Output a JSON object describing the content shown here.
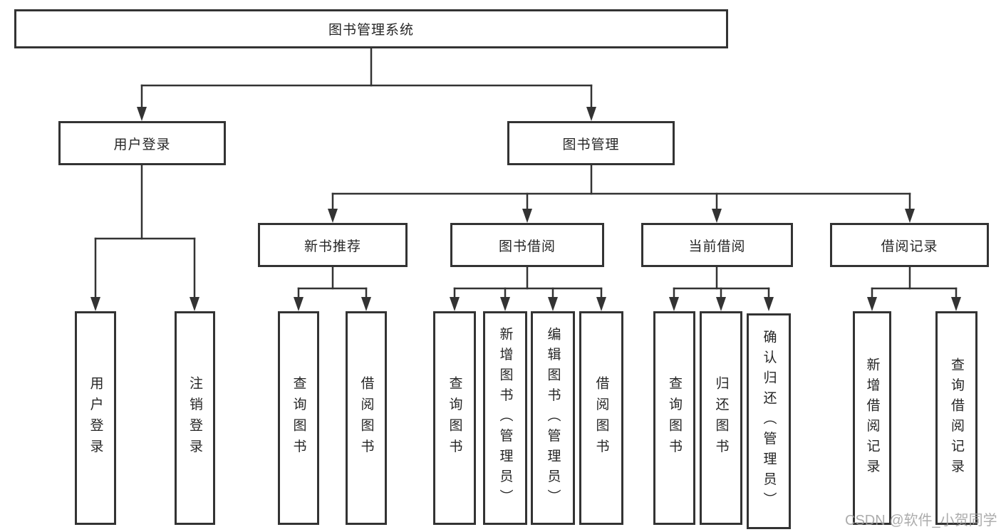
{
  "tree": {
    "root": {
      "label": "图书管理系统"
    },
    "user_login": {
      "label": "用户登录",
      "leaves": [
        {
          "label": "用户登录"
        },
        {
          "label": "注销登录"
        }
      ]
    },
    "book_mgmt": {
      "label": "图书管理"
    },
    "new_books": {
      "label": "新书推荐",
      "leaves": [
        {
          "label": "查询图书"
        },
        {
          "label": "借阅图书"
        }
      ]
    },
    "borrowing": {
      "label": "图书借阅",
      "leaves": [
        {
          "label": "查询图书"
        },
        {
          "label": "新增图书（管理员）"
        },
        {
          "label": "编辑图书（管理员）"
        },
        {
          "label": "借阅图书"
        }
      ]
    },
    "current": {
      "label": "当前借阅",
      "leaves": [
        {
          "label": "查询图书"
        },
        {
          "label": "归还图书"
        },
        {
          "label": "确认归还（管理员）"
        }
      ]
    },
    "records": {
      "label": "借阅记录",
      "leaves": [
        {
          "label": "新增借阅记录"
        },
        {
          "label": "查询借阅记录"
        }
      ]
    }
  },
  "watermark": {
    "text": "CSDN @软件_小贺同学"
  },
  "colors": {
    "line": "#333333",
    "box_border": "#333333",
    "text": "#262626",
    "watermark": "#9e9e9e",
    "background": "#ffffff"
  }
}
